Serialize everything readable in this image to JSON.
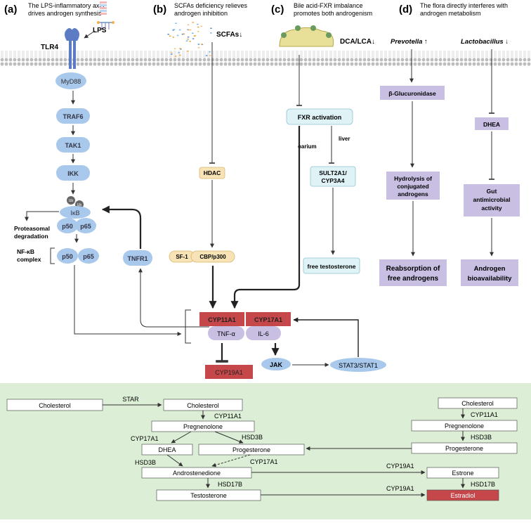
{
  "panels": {
    "a": {
      "letter": "(a)",
      "title1": "The LPS-inflammatory axis",
      "title2": "drives androgen synthesis"
    },
    "b": {
      "letter": "(b)",
      "title1": "SCFAs deficiency relieves",
      "title2": "androgen inhibition"
    },
    "c": {
      "letter": "(c)",
      "title1": "Bile acid-FXR imbalance",
      "title2": "promotes both androgenism"
    },
    "d": {
      "letter": "(d)",
      "title1": "The flora directly interferes with",
      "title2": "androgen metabolism"
    }
  },
  "a": {
    "lps": "LPS",
    "tlr4": "TLR4",
    "myd88": "MyD88",
    "traf6": "TRAF6",
    "tak1": "TAK1",
    "ikk": "IKK",
    "ub1": "Ub",
    "ub2": "Ub",
    "ikb": "IκB",
    "p50": "p50",
    "p65": "p65",
    "proteasomal1": "Proteasomal",
    "proteasomal2": "degradation",
    "nfkb1": "NF-κB",
    "nfkb2": "complex",
    "p50b": "p50",
    "p65b": "p65",
    "tnfr1": "TNFR1"
  },
  "b": {
    "scfas": "SCFAs↓",
    "hdac": "HDAC",
    "sf1": "SF-1",
    "cbp": "CBP/p300"
  },
  "c": {
    "dca": "DCA/LCA↓",
    "fxr": "FXR activation",
    "liver": "liver",
    "oarium": "oarium",
    "sult1": "SULT2A1/",
    "sult2": "CYP3A4",
    "freetesto": "free testosterone"
  },
  "d": {
    "prevotella": "Prevotella ↑",
    "lactobacillus": "Lactobacillus ↓",
    "bgluc": "β-Glucuronidase",
    "dhea": "DHEA",
    "hydro1": "Hydrolysis of",
    "hydro2": "conjugated",
    "hydro3": "androgens",
    "gut1": "Gut",
    "gut2": "antimicrobial",
    "gut3": "activity",
    "reab1": "Reabsorption of",
    "reab2": "free androgens",
    "bio1": "Androgen",
    "bio2": "bioavailability"
  },
  "center": {
    "cyp11a1": "CYP11A1",
    "cyp17a1": "CYP17A1",
    "tnfa": "TNF-α",
    "il6": "IL-6",
    "cyp19a1": "CYP19A1",
    "jak": "JAK",
    "stat": "STAT3/STAT1"
  },
  "pathway": {
    "chol_left": "Cholesterol",
    "star": "STAR",
    "chol_mid": "Cholesterol",
    "cyp11a1_mid": "CYP11A1",
    "preg_mid": "Pregnenolone",
    "cyp17a1_left": "CYP17A1",
    "hsd3b_mid": "HSD3B",
    "dhea_mid": "DHEA",
    "prog_mid": "Progesterone",
    "hsd3b_left": "HSD3B",
    "cyp17a1_dash": "CYP17A1",
    "andro": "Androstenedione",
    "hsd17b_mid": "HSD17B",
    "testo": "Testosterone",
    "cyp19a1_top": "CYP19A1",
    "cyp19a1_bot": "CYP19A1",
    "chol_right": "Cholesterol",
    "cyp11a1_right": "CYP11A1",
    "preg_right": "Pregnenolone",
    "hsd3b_right": "HSD3B",
    "prog_right": "Progesterone",
    "estrone": "Estrone",
    "hsd17b_right": "HSD17B",
    "estradiol": "Estradiol"
  },
  "colors": {
    "blue_node": "#a8c8ec",
    "purple_node": "#c8bfe3",
    "red_node": "#c6474a",
    "tan_node": "#f7e3b5",
    "teal_node": "#dff3f7",
    "green_bg": "#dcefd6",
    "membrane": "#b5b5b5",
    "receptor": "#5b7cc4"
  }
}
